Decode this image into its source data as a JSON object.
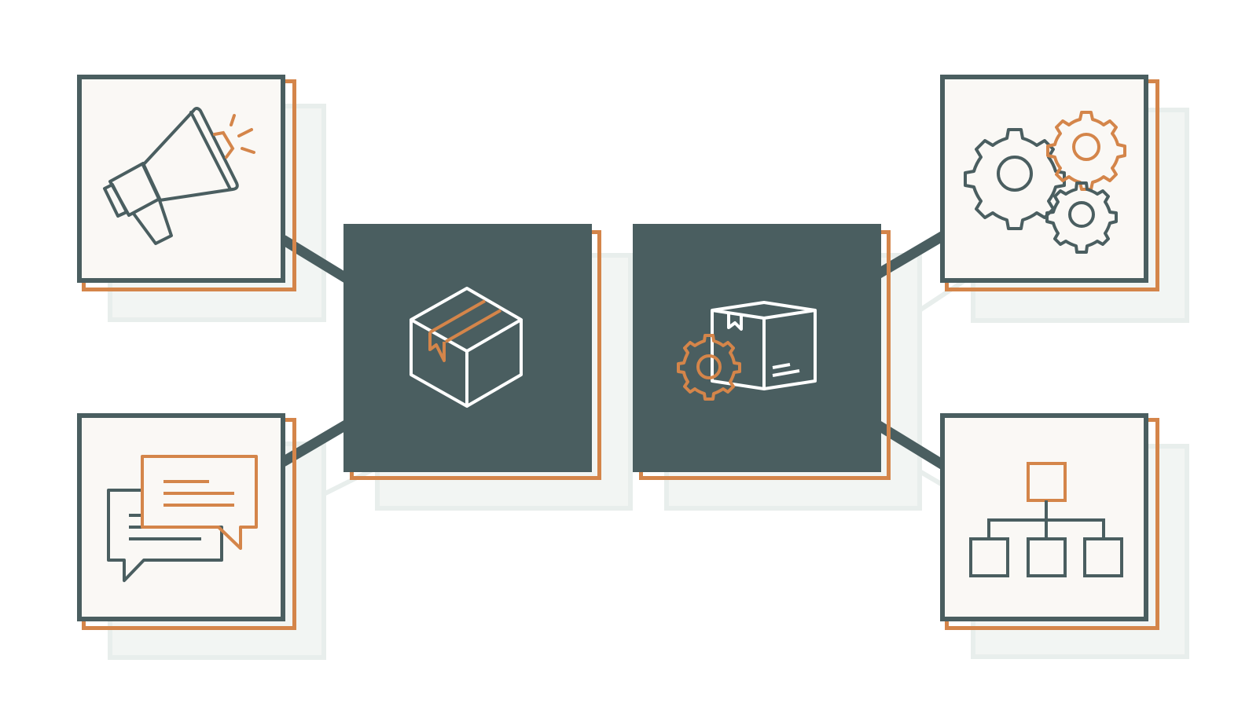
{
  "colors": {
    "dark": "#4a5e60",
    "accent": "#d4854a",
    "light": "#faf8f5",
    "white": "#ffffff",
    "ghost": "#e9eeec"
  },
  "nodes": [
    {
      "id": "marketing",
      "icon": "megaphone-icon"
    },
    {
      "id": "communication",
      "icon": "chat-bubbles-icon"
    },
    {
      "id": "product",
      "icon": "package-box-icon"
    },
    {
      "id": "product-operations",
      "icon": "box-with-gear-icon"
    },
    {
      "id": "processes",
      "icon": "gears-icon"
    },
    {
      "id": "organization",
      "icon": "org-chart-icon"
    }
  ]
}
